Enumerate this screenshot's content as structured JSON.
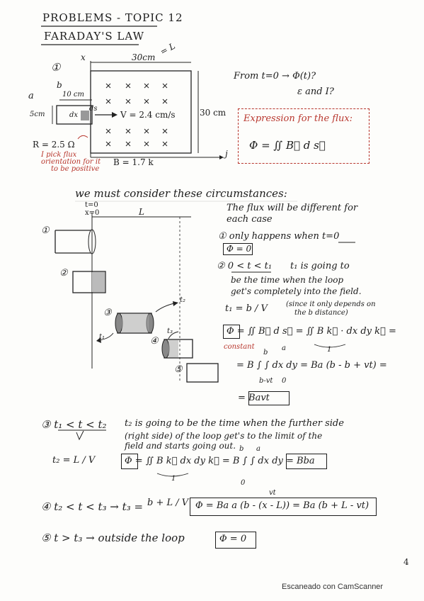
{
  "header": {
    "title": "PROBLEMS - TOPIC 12",
    "subtitle": "FARADAY'S LAW"
  },
  "figure": {
    "step_label": "①",
    "width_label": "30cm",
    "L_label": "= L",
    "x_axis": "x",
    "b_label": "b",
    "a_label": "a",
    "loop_width": "10 cm",
    "loop_height": "5cm",
    "dx_label": "dx",
    "ds_label": "ds",
    "velocity": "V = 2.4 cm/s",
    "height_label": "30 cm",
    "resistance": "R = 2.5 Ω",
    "note": [
      "I pick flux",
      "orientation for it",
      "to be positive"
    ],
    "field": "B = 1.7 k",
    "j_label": "j"
  },
  "question": {
    "line1": "From t=0 → Φ(t)?",
    "line2": "ε and I?"
  },
  "flux_expression": {
    "title": "Expression for the flux:",
    "formula": "Φ = ∬ B⃗ d s⃗"
  },
  "circumstances": {
    "intro": "we must consider these circumstances:",
    "t0": "t=0",
    "x0": "x=0",
    "L": "L",
    "note_line1": "The flux will be different for",
    "note_line2": "each case",
    "labels": [
      "①",
      "②",
      "③",
      "④",
      "⑤"
    ],
    "t1": "t₁",
    "t2": "t₂",
    "t3": "t₃"
  },
  "case1": {
    "text": "① only happens when t=0",
    "result": "Φ = 0"
  },
  "case2": {
    "heading": "② 0 < t < t₁",
    "line1": "t₁ is going to",
    "line2": "be the time when the loop",
    "line3": "get's completely into the field.",
    "t1_eq": "t₁ = b / V",
    "aside1": "(since it only depends on",
    "aside2": "the b distance)",
    "integral": "Φ = ∬ B⃗ d s⃗ = ∬ B k⃗ · dx dy k⃗ =",
    "one": "1",
    "constant": "constant",
    "step2": "= B ∫ ∫ dx dy = Ba (b - b + vt) =",
    "limits_a": "a",
    "limits_b": "b",
    "limits_bvt": "b-vt",
    "limits_0": "0",
    "result": "= Bavt"
  },
  "case3": {
    "heading": "③ t₁ < t < t₂",
    "line1": "t₂ is going to be the time when the further side",
    "line2": "(right side) of the loop get's to the limit of the",
    "line3": "field and starts going out.",
    "t2_eq": "t₂ = L / V",
    "integral": "Φ = ∬ B k⃗ dx dy k⃗ = B ∫ ∫ dx dy = Bba",
    "one": "1",
    "limits_a": "a",
    "limits_b": "b",
    "limits_0": "0"
  },
  "case4": {
    "heading": "④ t₂ < t < t₃ → t₃ =",
    "t3_frac": "b + L / V",
    "formula": "Φ = Ba a (b - (x - L)) = Ba (b + L - vt)",
    "vt": "vt"
  },
  "case5": {
    "heading": "⑤ t > t₃ → outside the loop",
    "result": "Φ = 0"
  },
  "page_number": "4",
  "footer": "Escaneado con CamScanner"
}
